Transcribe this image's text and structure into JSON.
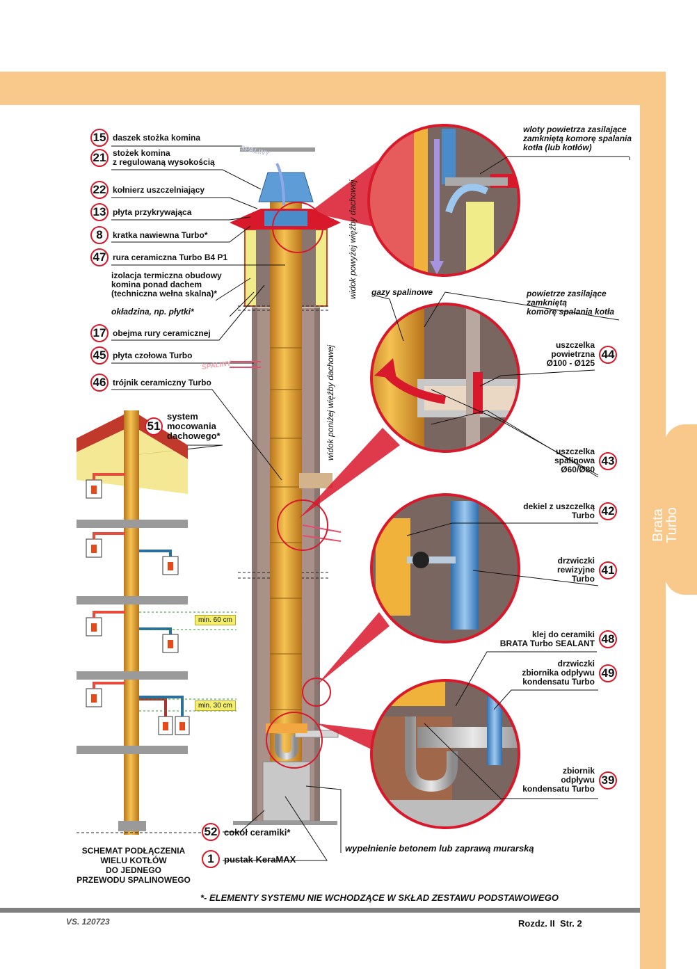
{
  "side_tab": "Brata\nTurbo",
  "callouts_left": [
    {
      "num": "15",
      "label": "daszek stożka komina"
    },
    {
      "num": "21",
      "label": "stożek komina\nz regulowaną wysokością"
    },
    {
      "num": "22",
      "label": "kołnierz uszczelniający"
    },
    {
      "num": "13",
      "label": "płyta przykrywająca"
    },
    {
      "num": "8",
      "label": "kratka nawiewna Turbo*"
    },
    {
      "num": "47",
      "label": "rura ceramiczna Turbo B4 P1"
    },
    {
      "num": "17",
      "label": "obejma rury ceramicznej"
    },
    {
      "num": "45",
      "label": "płyta czołowa Turbo"
    },
    {
      "num": "46",
      "label": "trójnik ceramiczny Turbo"
    }
  ],
  "insulation_label": "izolacja termiczna obudowy\nkomina ponad dachem\n(techniczna wełna skalna)*",
  "cladding_label": "okładzina, np. płytki*",
  "callout_51": {
    "num": "51",
    "label": "system\nmocowania\ndachowego*"
  },
  "callouts_bottom": [
    {
      "num": "52",
      "label": "cokół ceramiki*"
    },
    {
      "num": "1",
      "label": "pustak KeraMAX"
    }
  ],
  "concrete_label": "wypełnienie betonem lub zaprawą murarską",
  "vertical_above": "widok powyżej więźby dachowej",
  "vertical_below": "widok poniżej więźby dachowej",
  "air_inlets": "wloty powietrza zasilające\nzamkniętą komorę spalania\nkotła (lub kotłów)",
  "flue_gases": "gazy spalinowe",
  "supply_air": "powietrze zasilające\nzamkniętą\nkomorę spalania kotła",
  "callouts_right": [
    {
      "num": "44",
      "label": "uszczelka\npowietrzna\nØ100 - Ø125"
    },
    {
      "num": "43",
      "label": "uszczelka\nspalinowa\nØ60/Ø80"
    },
    {
      "num": "42",
      "label": "dekiel z uszczelką\nTurbo"
    },
    {
      "num": "41",
      "label": "drzwiczki\nrewizyjne\nTurbo"
    },
    {
      "num": "48",
      "label": "klej do ceramiki\nBRATA Turbo SEALANT"
    },
    {
      "num": "49",
      "label": "drzwiczki\nzbiornika odpływu\nkondensatu Turbo"
    },
    {
      "num": "39",
      "label": "zbiornik\nodpływu\nkondensatu Turbo"
    }
  ],
  "min_60": "min. 60 cm",
  "min_30": "min. 30 cm",
  "spaliny": "SPALINY",
  "schema_title": "SCHEMAT PODŁĄCZENIA\nWIELU KOTŁÓW\nDO JEDNEGO\nPRZEWODU SPALINOWEGO",
  "footnote": "*- ELEMENTY SYSTEMU NIE WCHODZĄCE W SKŁAD ZESTAWU PODSTAWOWEGO",
  "footer": {
    "version": "VS. 120723",
    "page": "Rozdz. II  Str. 2"
  },
  "colors": {
    "band": "#f9c88b",
    "red": "#d8182b",
    "pipe": "#e6a53a",
    "brick": "#7a6660",
    "grey": "#808080"
  }
}
